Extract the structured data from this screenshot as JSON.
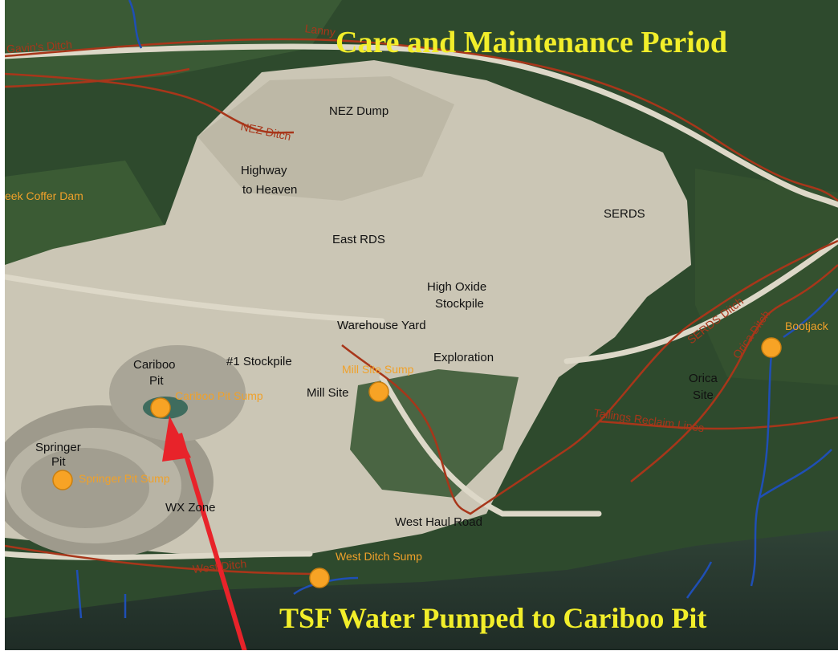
{
  "map": {
    "title": "Care and Maintenance Period",
    "caption": "TSF Water Pumped to Cariboo Pit",
    "areas": {
      "nez_dump": "NEZ Dump",
      "highway_1": "Highway",
      "highway_2": "to Heaven",
      "serds": "SERDS",
      "east_rds": "East RDS",
      "high_oxide_1": "High Oxide",
      "high_oxide_2": "Stockpile",
      "warehouse_yard": "Warehouse Yard",
      "exploration": "Exploration",
      "cariboo_pit_1": "Cariboo",
      "cariboo_pit_2": "Pit",
      "stockpile_1": "#1 Stockpile",
      "mill_site": "Mill Site",
      "orica_1": "Orica",
      "orica_2": "Site",
      "springer_1": "Springer",
      "springer_2": "Pit",
      "wx_zone": "WX Zone",
      "west_haul_road": "West Haul Road"
    },
    "sumps": {
      "coffer_dam": "eek Coffer Dam",
      "mill_site_sump": "Mill Site Sump",
      "cariboo_pit_sump": "Cariboo Pit Sump",
      "springer_pit_sump": "Springer Pit Sump",
      "west_ditch_sump": "West Ditch Sump",
      "bootjack": "Bootjack"
    },
    "ditches": {
      "gavins": "Gavin's Ditch",
      "lanny": "Lanny",
      "nez": "NEZ Ditch",
      "serds": "SERDS Ditch",
      "orica": "Orica Ditch",
      "tailings": "Tailings Reclaim Lines",
      "west": "West Ditch"
    },
    "colors": {
      "title": "#f2ee2a",
      "sump_marker": "#f7a325",
      "ditch": "#a8361a",
      "creek": "#1f4fb5",
      "arrow": "#e8232a",
      "forest": "#2d4a2c",
      "mine_ground": "#c9c4b3"
    }
  }
}
